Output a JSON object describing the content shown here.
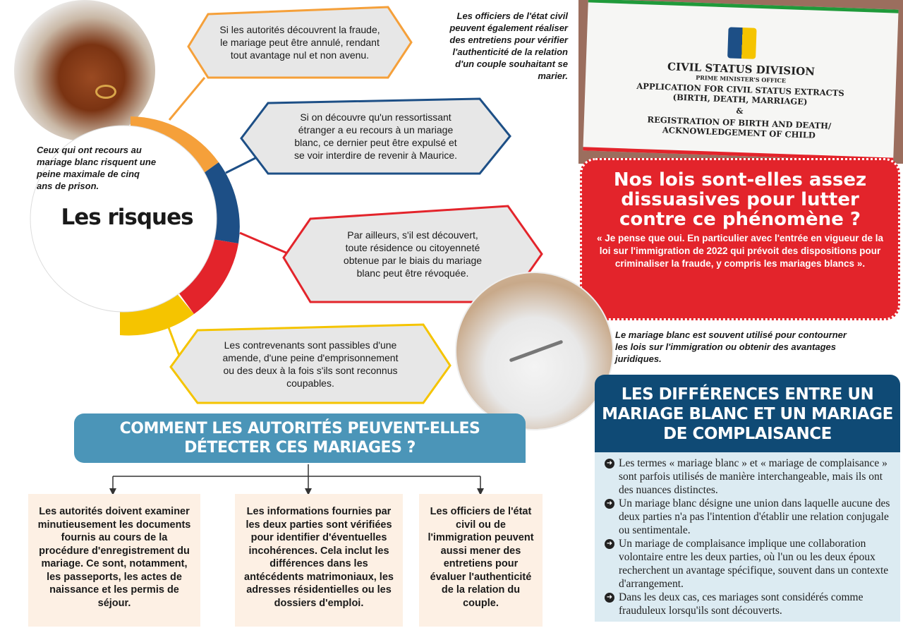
{
  "risks": {
    "title": "Les risques",
    "caption": "Ceux qui ont recours au mariage blanc risquent une peine maximale de cinq ans de prison.",
    "items": [
      {
        "text": "Si les autorités découvrent la fraude, le mariage peut être annulé, rendant tout avantage nul et non avenu.",
        "color": "#f5a03a"
      },
      {
        "text": "Si on découvre qu'un ressortissant étranger a eu recours à un mariage blanc, ce dernier peut être expulsé et se voir interdire de revenir à Maurice.",
        "color": "#1d4f86"
      },
      {
        "text": "Par ailleurs, s'il est découvert, toute résidence ou citoyenneté obtenue par le biais du mariage blanc peut être révoquée.",
        "color": "#e3242b"
      },
      {
        "text": "Les contrevenants sont passibles d'une amende, d'une peine d'emprisonnement ou des deux à la fois s'ils sont reconnus coupables.",
        "color": "#f5c400"
      }
    ]
  },
  "top_caption": "Les officiers de l'état civil peuvent également réaliser des entretiens pour vérifier l'authenticité de la relation d'un couple souhaitant se marier.",
  "sign": {
    "line1": "CIVIL STATUS DIVISION",
    "line2": "PRIME MINISTER'S OFFICE",
    "line3": "APPLICATION FOR CIVIL STATUS EXTRACTS",
    "line4": "(BIRTH, DEATH, MARRIAGE)",
    "line5": "&",
    "line6": "REGISTRATION OF BIRTH AND DEATH/",
    "line7": "ACKNOWLEDGEMENT OF CHILD"
  },
  "question": {
    "title": "Nos lois sont-elles assez dissuasives pour lutter contre ce phénomène ?",
    "quote": "« Je pense que oui. En particulier avec l'entrée en vigueur de la loi sur l'immigration de 2022 qui prévoit des dispositions pour criminaliser la fraude, y compris les mariages blancs ».",
    "color": "#e3242b"
  },
  "hands_caption": "Le mariage blanc est souvent utilisé pour contourner les lois sur l'immigration ou obtenir des avantages juridiques.",
  "differences": {
    "title": "LES DIFFÉRENCES ENTRE UN MARIAGE BLANC ET UN MARIAGE DE COMPLAISANCE",
    "items": [
      "Les termes « mariage blanc » et « mariage de complaisance » sont parfois utilisés de manière interchangeable, mais ils ont des nuances distinctes.",
      "Un mariage blanc désigne une union dans laquelle aucune des deux parties n'a pas l'intention d'établir une relation conjugale ou sentimentale.",
      "Un mariage de complaisance implique une collaboration volontaire entre les deux parties, où l'un ou les deux époux recherchent un avantage spécifique, souvent dans un contexte d'arrangement.",
      "Dans les deux cas, ces mariages sont considérés comme frauduleux lorsqu'ils sont découverts."
    ],
    "header_color": "#0f4a75",
    "panel_color": "#dcebf2"
  },
  "detect": {
    "title": "COMMENT LES AUTORITÉS PEUVENT-ELLES DÉTECTER CES MARIAGES ?",
    "color": "#4b95b8",
    "boxes": [
      "Les autorités doivent examiner minutieusement les documents fournis au cours de la procédure d'enregistrement du mariage. Ce sont, notamment, les passeports, les actes de naissance et les permis de séjour.",
      "Les informations fournies par les deux parties sont vérifiées pour identifier d'éventuelles incohérences. Cela inclut les différences dans les antécédents matrimoniaux, les adresses résidentielles ou les dossiers d'emploi.",
      "Les officiers de l'état civil ou de l'immigration peuvent aussi mener des entretiens pour évaluer l'authenticité de la relation du couple."
    ]
  }
}
